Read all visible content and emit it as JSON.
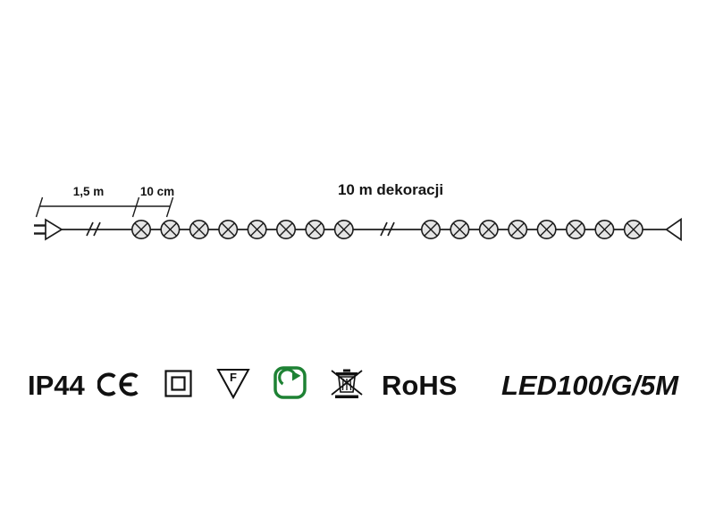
{
  "diagram": {
    "label_lead_length": "1,5 m",
    "label_bulb_spacing": "10 cm",
    "label_decoration_length": "10 m dekoracji",
    "bulbs_before_break": 8,
    "bulbs_after_break": 8,
    "line_color": "#1c1c1c",
    "bulb_fill": "#e5e5e5"
  },
  "markings": {
    "ip_rating": "IP44",
    "flammable_symbol_letter": "F",
    "rohs": "RoHS",
    "model": "LED100/G/5M",
    "green_color": "#1e8234",
    "icons": [
      "ce-mark",
      "class-ii-double-square",
      "triangle-f",
      "recyclable-green-arrow",
      "weee-crossed-bin"
    ]
  }
}
